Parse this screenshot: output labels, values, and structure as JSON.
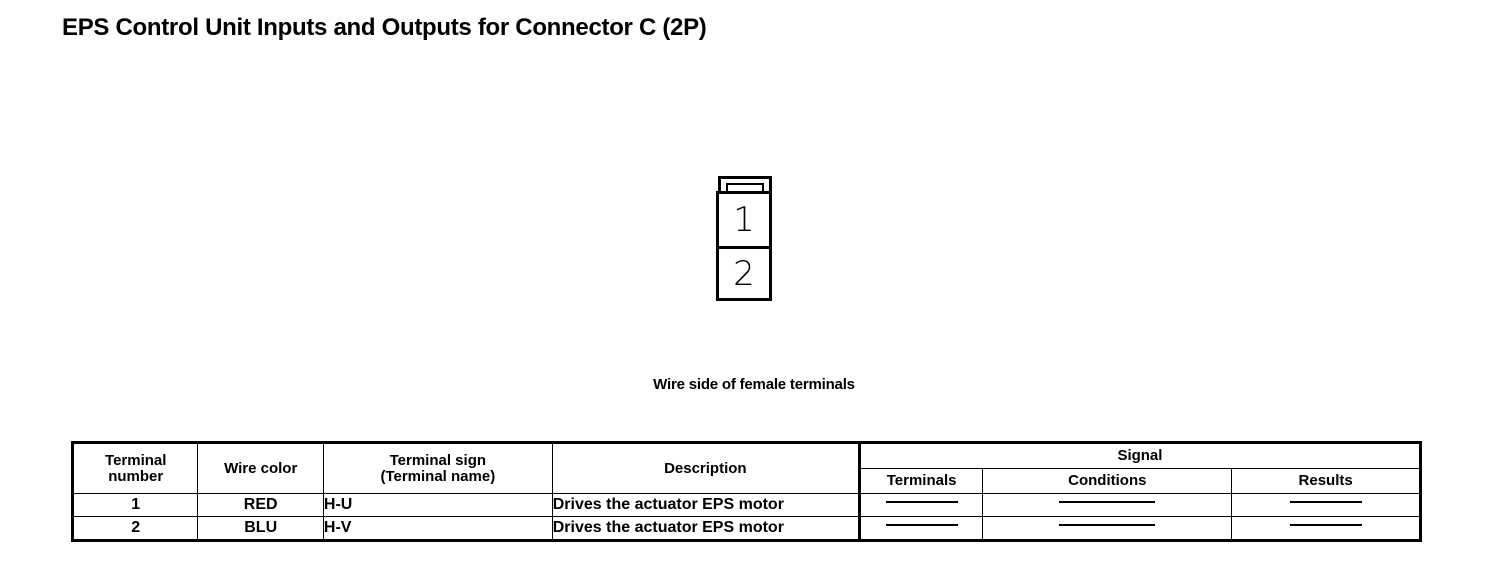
{
  "page": {
    "title": "EPS Control Unit Inputs and Outputs for Connector C (2P)"
  },
  "diagram": {
    "name": "connector-2p",
    "caption": "Wire side of female terminals",
    "cavities": [
      {
        "number": "1"
      },
      {
        "number": "2"
      }
    ]
  },
  "table": {
    "headers": {
      "terminal_number_line1": "Terminal",
      "terminal_number_line2": "number",
      "wire_color": "Wire color",
      "terminal_sign_line1": "Terminal sign",
      "terminal_sign_line2": "(Terminal name)",
      "description": "Description",
      "signal": "Signal",
      "terminals": "Terminals",
      "conditions": "Conditions",
      "results": "Results"
    },
    "rows": [
      {
        "terminal_number": "1",
        "wire_color": "RED",
        "terminal_sign": "H-U",
        "description": "Drives the actuator EPS motor",
        "signal_terminals": "—",
        "signal_conditions": "—",
        "signal_results": "—"
      },
      {
        "terminal_number": "2",
        "wire_color": "BLU",
        "terminal_sign": "H-V",
        "description": "Drives the actuator EPS motor",
        "signal_terminals": "—",
        "signal_conditions": "—",
        "signal_results": "—"
      }
    ]
  },
  "colors": {
    "ink": "#000000",
    "paper": "#ffffff"
  }
}
